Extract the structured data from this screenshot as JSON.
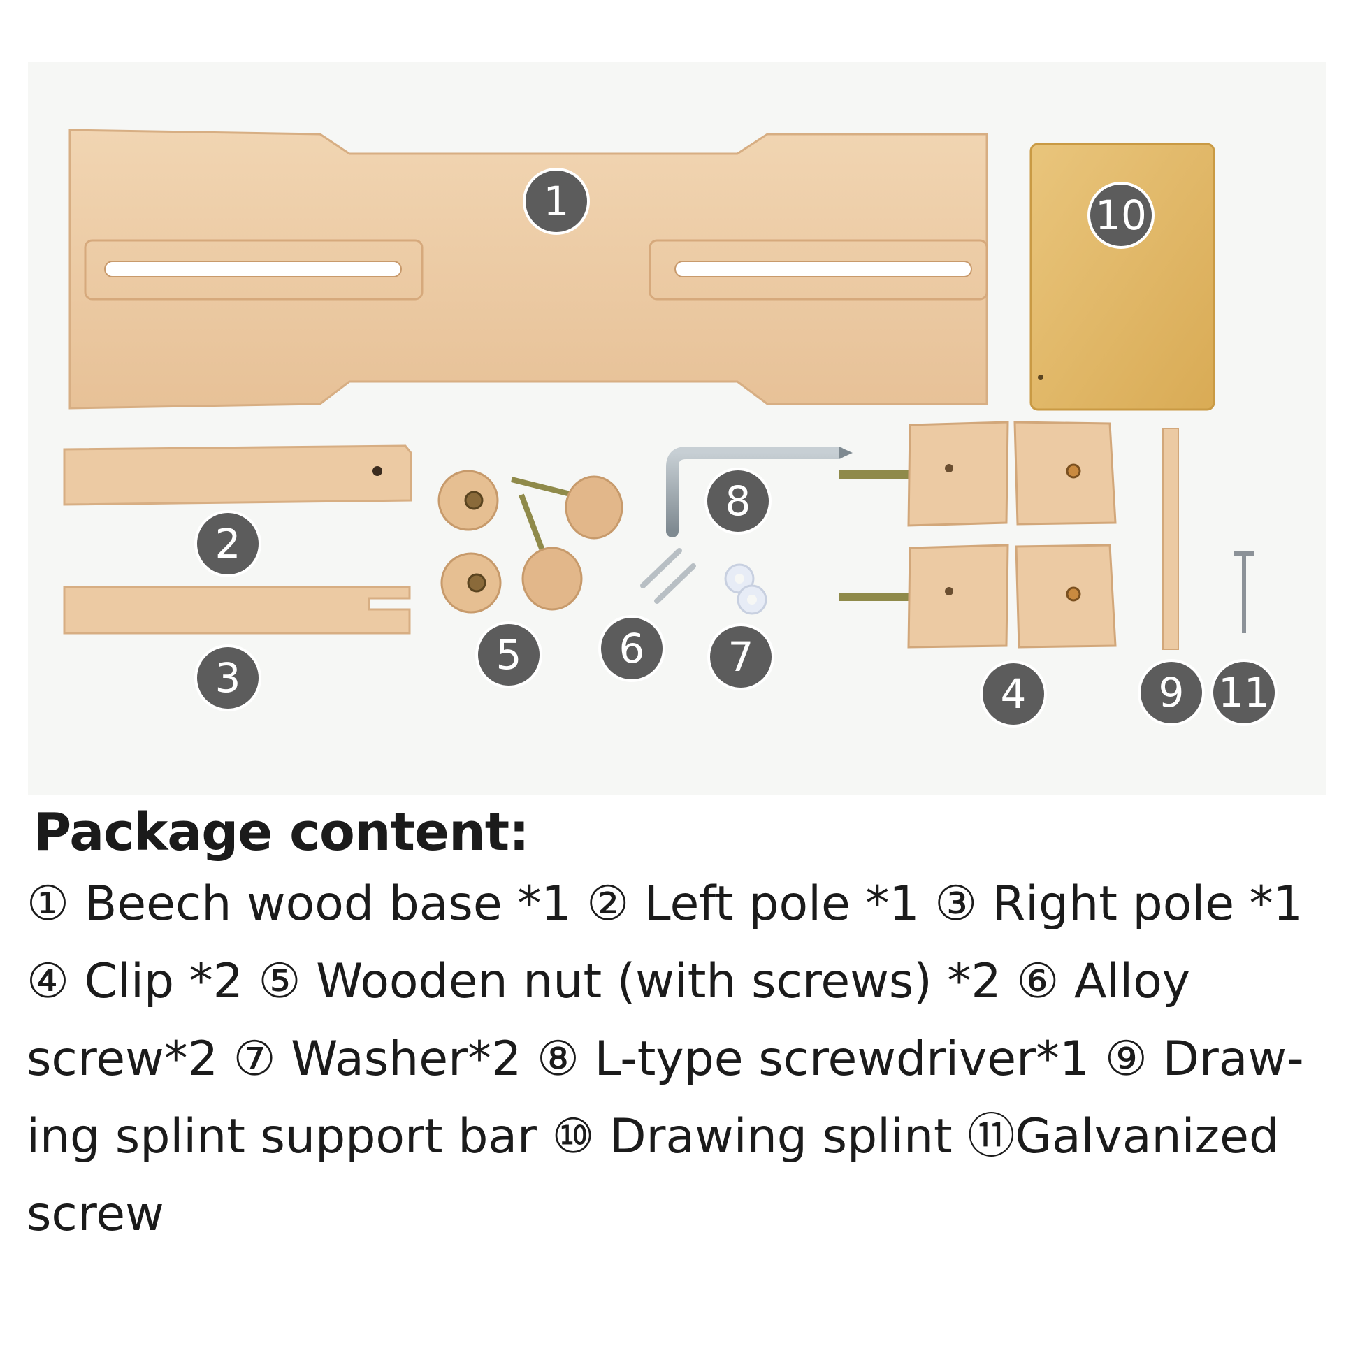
{
  "badges": {
    "b1": "1",
    "b2": "2",
    "b3": "3",
    "b4": "4",
    "b5": "5",
    "b6": "6",
    "b7": "7",
    "b8": "8",
    "b9": "9",
    "b10": "10",
    "b11": "11"
  },
  "caption": {
    "title": "Package content:",
    "lines": [
      "① Beech wood base *1  ② Left pole *1  ③  Right pole *1",
      "④ Clip *2  ⑤ Wooden nut (with screws) *2 ⑥ Alloy",
      "screw*2  ⑦ Washer*2  ⑧ L-type screwdriver*1 ⑨ Draw-",
      "ing splint support bar ⑩ Drawing splint ⑪Galvanized",
      "screw"
    ]
  },
  "colors": {
    "beech": "#eccaa3",
    "beech_dark": "#d9ad7f",
    "splint": "#e3b968",
    "badge": "#5c5c5c",
    "steel": "#9aa4ab"
  }
}
